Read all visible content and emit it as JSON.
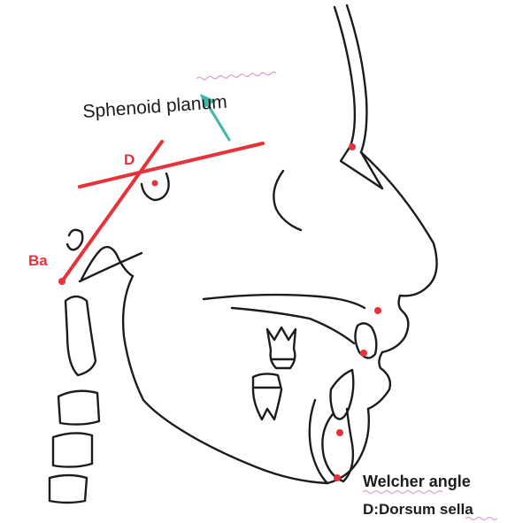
{
  "labels": {
    "sphenoid": "Sphenoid planum",
    "dorsum_point": "D",
    "basion_point": "Ba",
    "angle_name_word": "Welcher",
    "angle_name_rest": " angle",
    "abbreviation": "D:Dorsum sella"
  },
  "colors": {
    "construction_lines": "#e8323a",
    "landmarks": "#e8323a",
    "arrow": "#3fb7a9",
    "ink": "#1c1c1c",
    "spell_underline": "#d9a0c8"
  },
  "icons": {
    "landmark": "dot",
    "pointer": "arrow-up-right"
  }
}
